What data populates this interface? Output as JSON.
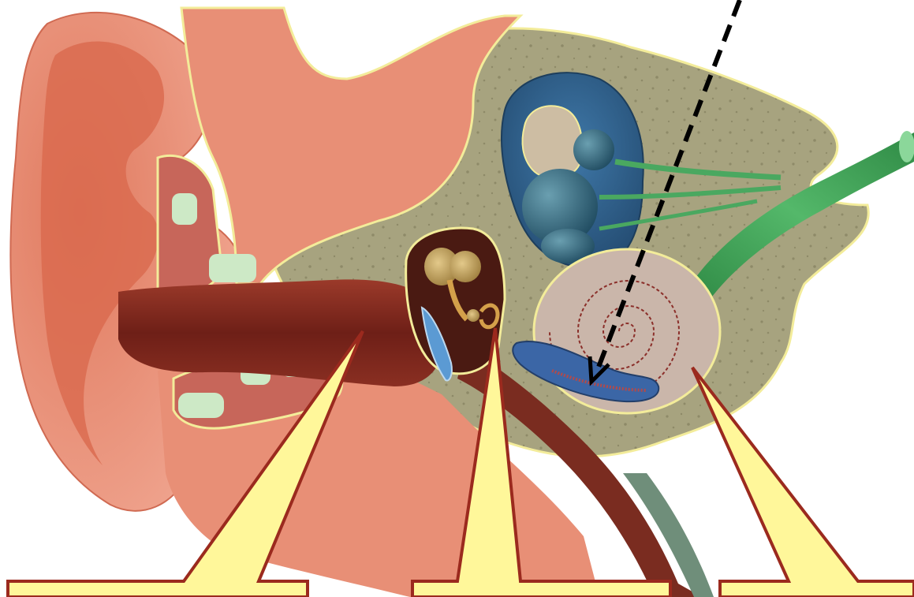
{
  "diagram": {
    "subject": "ear-anatomy-cross-section",
    "structures": [
      "outer-ear",
      "ear-canal",
      "eardrum",
      "ossicles",
      "semicircular-canals",
      "vestibule",
      "cochlea",
      "auditory-nerve",
      "eustachian-tube",
      "temporal-bone"
    ],
    "callouts": [
      {
        "id": "callout-left",
        "text": ""
      },
      {
        "id": "callout-middle",
        "text": ""
      },
      {
        "id": "callout-right",
        "text": ""
      }
    ],
    "arrow": {
      "style": "dashed",
      "color": "#000000",
      "target": "cochlea"
    },
    "colors": {
      "callout_fill": "#fff79a",
      "callout_stroke": "#9b2a1e",
      "skin": "#e9937a",
      "bone": "#a9a682",
      "canal": "#7a2a1e",
      "inner_ear": "#2f5f8a",
      "nerve": "#3a9a52",
      "cochlea": "#c9b4a8"
    }
  }
}
